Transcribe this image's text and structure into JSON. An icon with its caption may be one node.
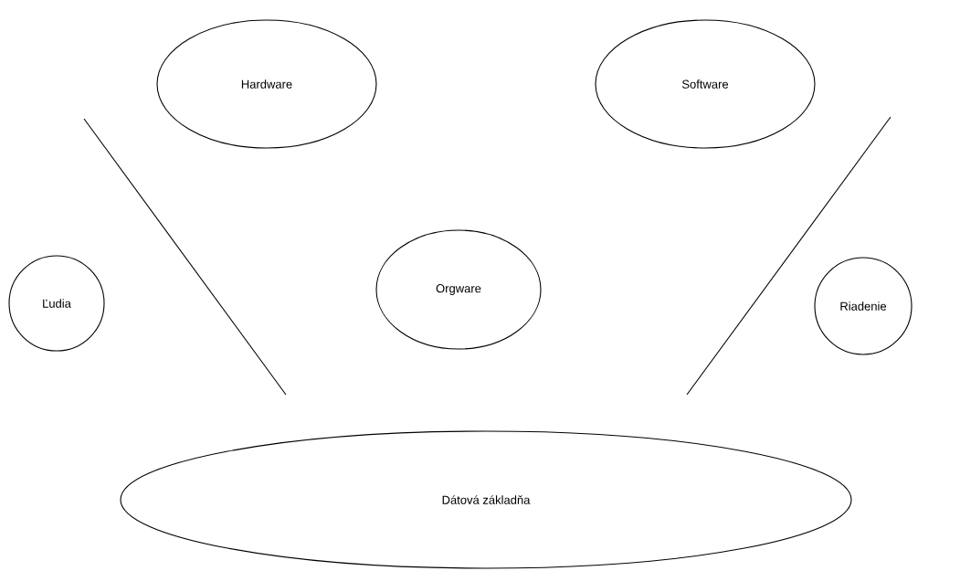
{
  "diagram": {
    "nodes": [
      {
        "text": [
          "Hardware"
        ]
      },
      {
        "text": [
          "Software"
        ]
      },
      {
        "text": [
          "Ľudia"
        ]
      },
      {
        "text": [
          "Orgware"
        ]
      },
      {
        "text": [
          "Riadenie"
        ]
      },
      {
        "text": [
          "Dátová základňa"
        ]
      }
    ]
  }
}
